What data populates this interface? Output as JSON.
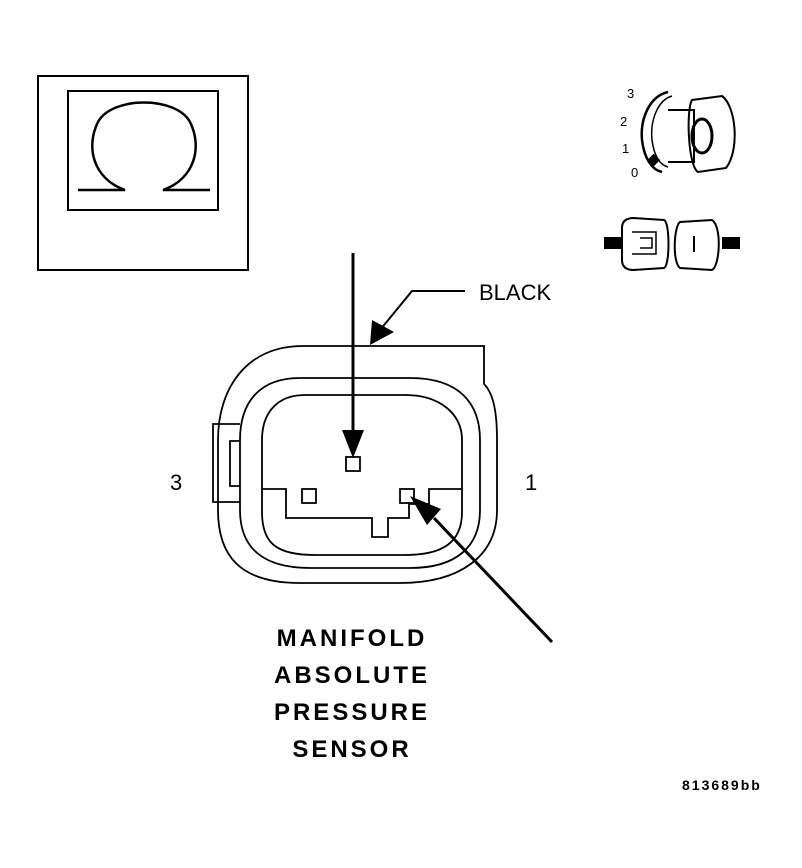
{
  "ohmmeter": {
    "icon": "ohm-symbol-icon"
  },
  "ignition": {
    "positions": [
      "3",
      "2",
      "1",
      "0"
    ],
    "icon": "ignition-key-icon"
  },
  "connector_state": {
    "icon": "disconnected-connector-icon"
  },
  "connector": {
    "color_label": "BLACK",
    "pin_left": "3",
    "pin_right": "1"
  },
  "component_name": [
    "MANIFOLD",
    "ABSOLUTE",
    "PRESSURE",
    "SENSOR"
  ],
  "figure_id": "813689bb"
}
